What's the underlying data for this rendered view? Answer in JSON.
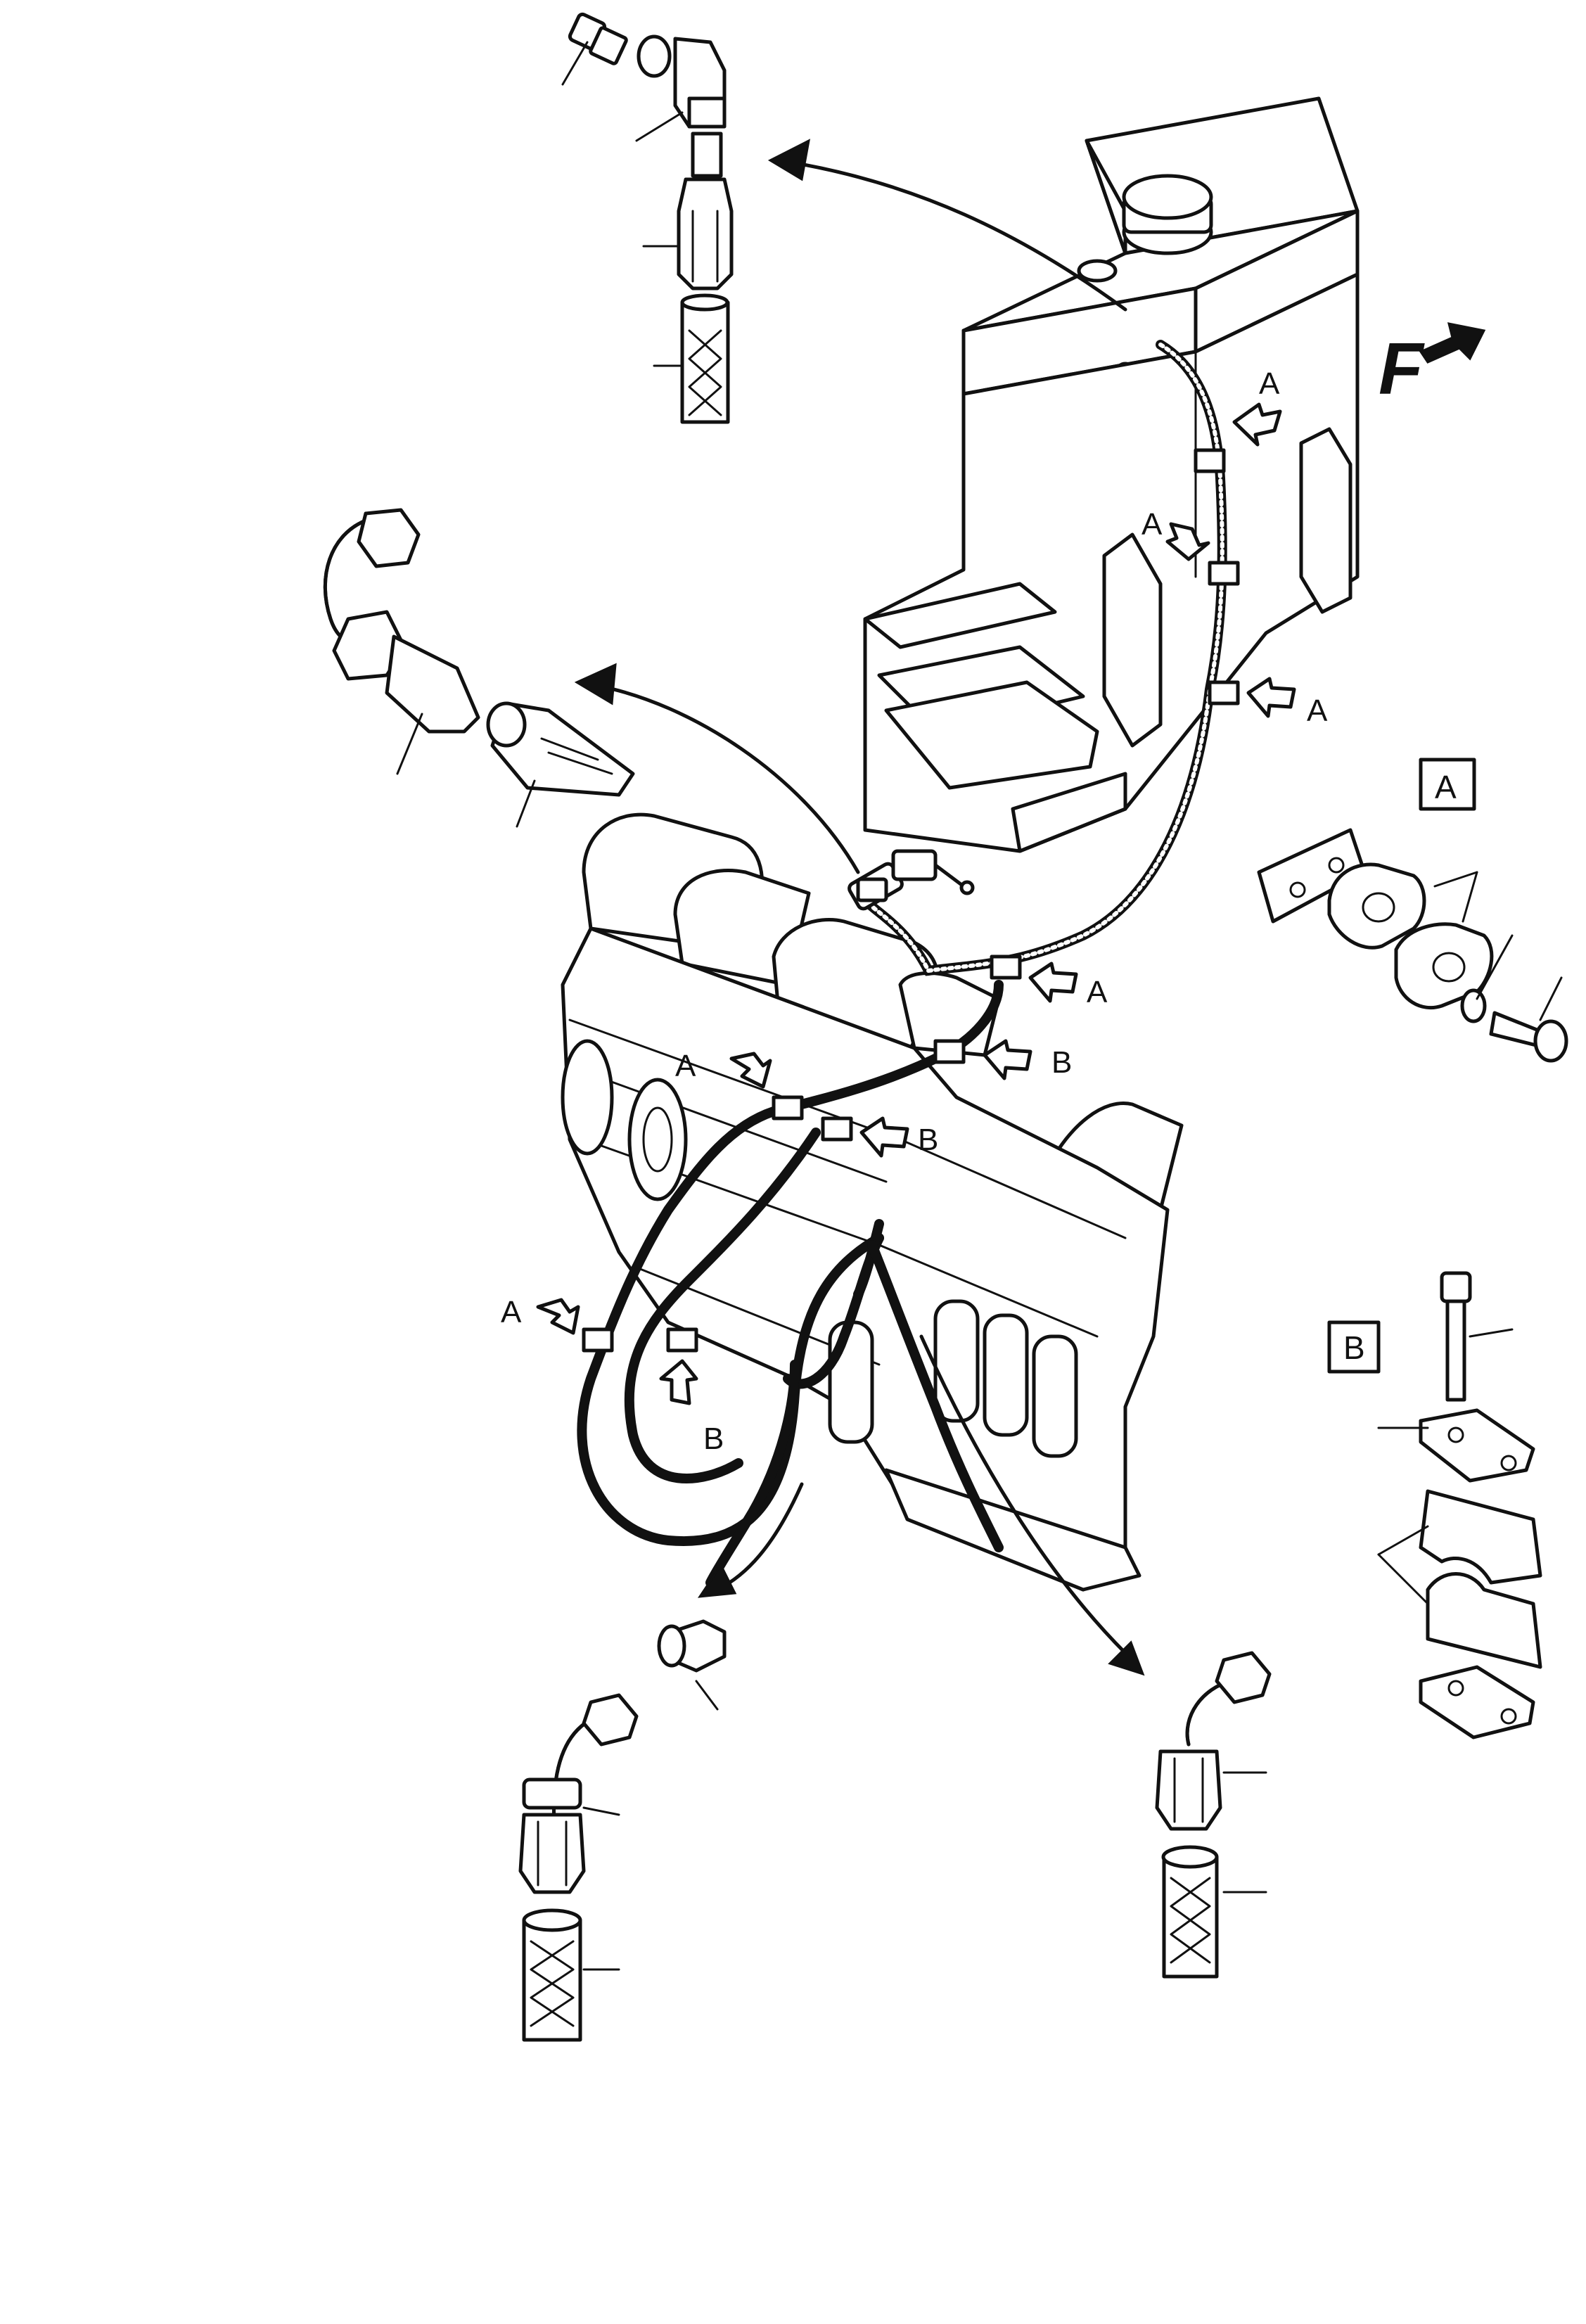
{
  "diagram": {
    "callouts": {
      "a": "A",
      "b": "B"
    },
    "detail_boxes": {
      "a": "A",
      "b": "B"
    },
    "front_indicator": "F"
  }
}
